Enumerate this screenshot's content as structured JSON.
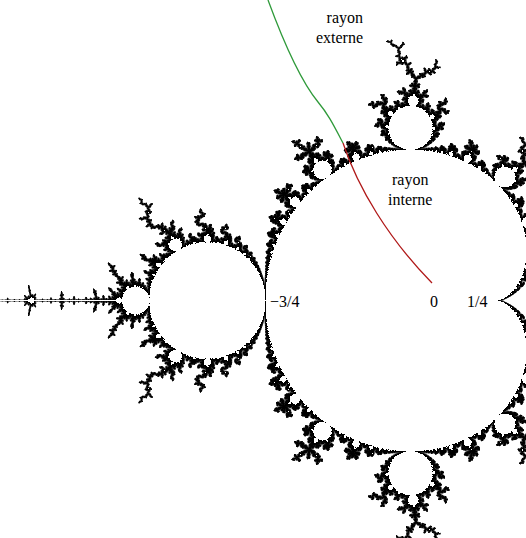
{
  "diagram": {
    "labels": [
      "rayon externe",
      "rayon interne",
      "−3/4",
      "0",
      "1/4"
    ]
  }
}
